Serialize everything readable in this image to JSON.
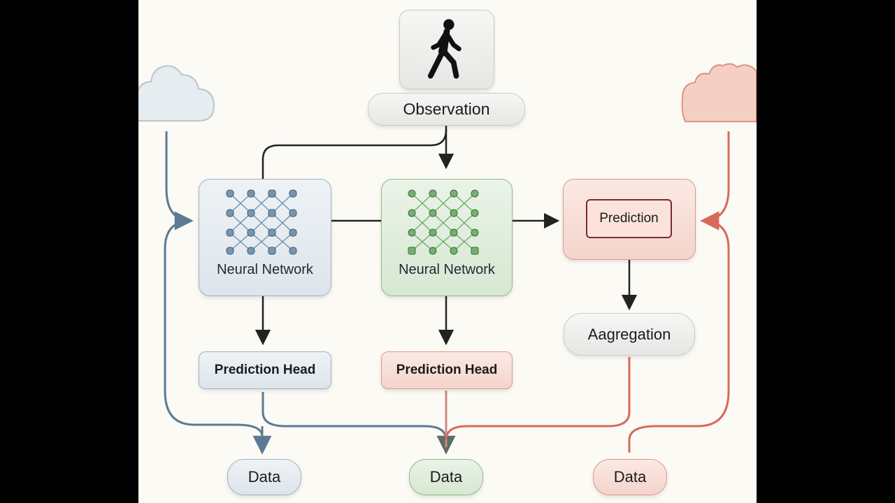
{
  "observation": {
    "label": "Observation"
  },
  "networks": [
    {
      "label": "Neural Network"
    },
    {
      "label": "Neural Network"
    }
  ],
  "prediction": {
    "label": "Prediction"
  },
  "heads": [
    {
      "label": "Prediction Head"
    },
    {
      "label": "Prediction Head"
    }
  ],
  "aggregation": {
    "label": "Aagregation"
  },
  "data_nodes": [
    {
      "label": "Data"
    },
    {
      "label": "Data"
    },
    {
      "label": "Data"
    }
  ],
  "icons": {
    "observer": "walking-person-icon",
    "cloud_left": "cloud-icon",
    "cloud_right": "cloud-icon",
    "network": "neural-network-icon"
  },
  "colors": {
    "blue": "#5c7a93",
    "green": "#6f8f7a",
    "red": "#d86a58",
    "dark": "#222222"
  }
}
